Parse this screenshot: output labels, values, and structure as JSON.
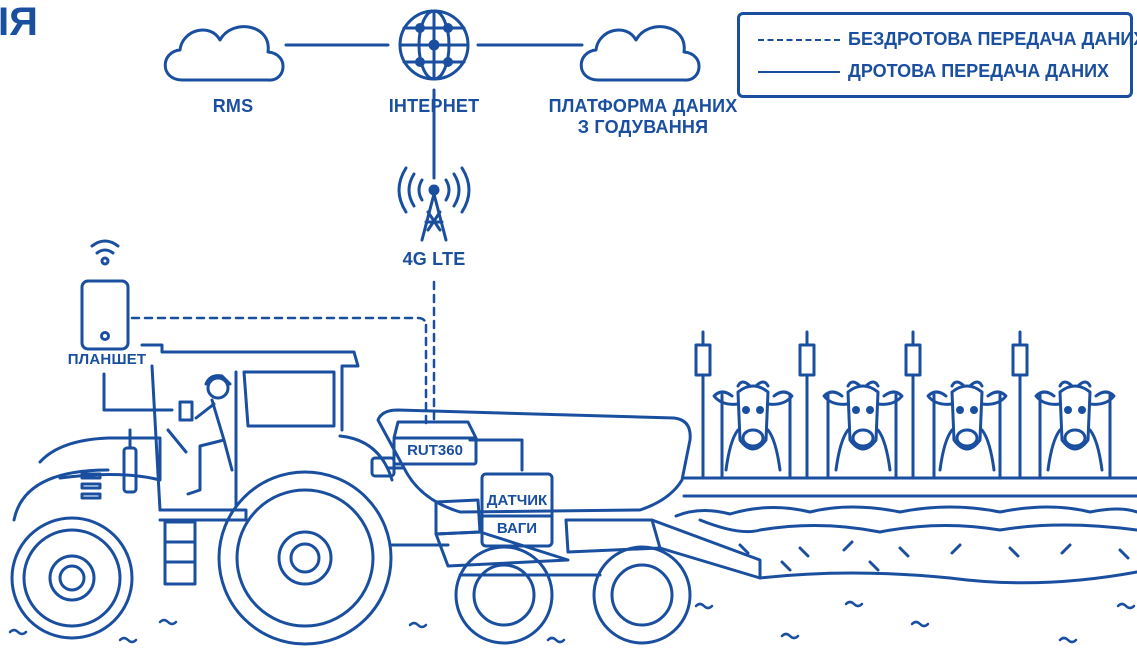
{
  "title_fragment": "ІЯ",
  "legend": {
    "wireless": "БЕЗДРОТОВА ПЕРЕДАЧА ДАНИХ",
    "wired": "ДРОТОВА ПЕРЕДАЧА ДАНИХ"
  },
  "nodes": {
    "rms": "RMS",
    "internet": "ІНТЕРНЕТ",
    "platform_line1": "ПЛАТФОРМА ДАНИХ",
    "platform_line2": "З ГОДУВАННЯ",
    "lte": "4G LTE",
    "tablet": "ПЛАНШЕТ",
    "router": "RUT360",
    "sensor_line1": "ДАТЧИК",
    "sensor_line2": "ВАГИ"
  },
  "colors": {
    "primary": "#1a4fa0",
    "background": "#ffffff"
  }
}
